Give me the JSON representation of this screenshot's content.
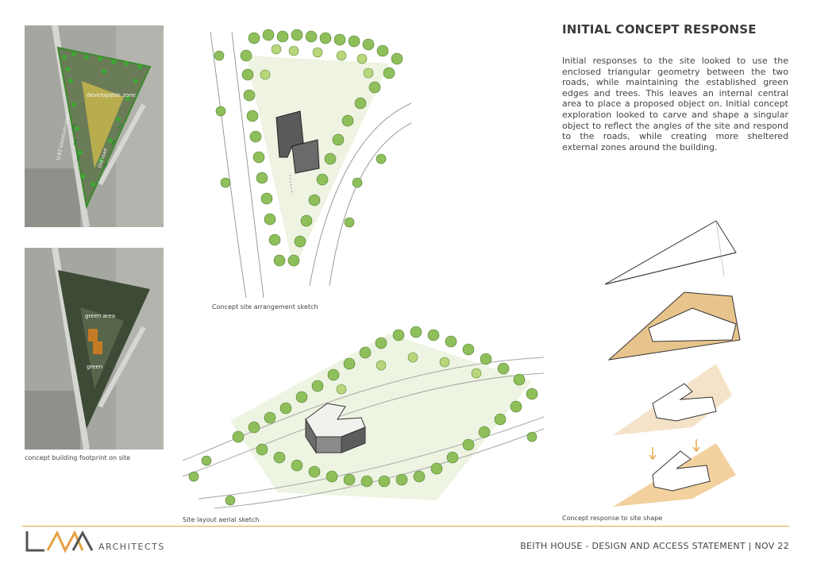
{
  "heading": "INITIAL CONCEPT RESPONSE",
  "paragraph": "Initial responses to the site looked to use the enclosed triangular geometry between the two roads, while maintaining the established green edges and trees. This leaves an internal central area to place a proposed object on. Initial concept exploration looked to carve and shape a singular object to reflect the angles of the site and respond to the roads, while creating more sheltered external zones around the building.",
  "panels": {
    "top_left": {
      "label": "developable zone",
      "road_label_left": "U-62 Glenburn road",
      "road_label_right": "Old road"
    },
    "bottom_left": {
      "label_top": "green area",
      "label_bottom": "green",
      "caption": "concept building footprint on site"
    }
  },
  "captions": {
    "site_arrangement": "Concept site arrangement sketch",
    "aerial": "Site layout aerial sketch",
    "shape": "Concept response to site shape"
  },
  "footer": {
    "logo_text": "LMA",
    "company": "ARCHITECTS",
    "document": "BEITH HOUSE - DESIGN AND ACCESS STATEMENT  |  NOV 22"
  },
  "colors": {
    "accent": "#e7a245",
    "tree_green": "#8fbf5a",
    "footprint": "#c57a25"
  }
}
